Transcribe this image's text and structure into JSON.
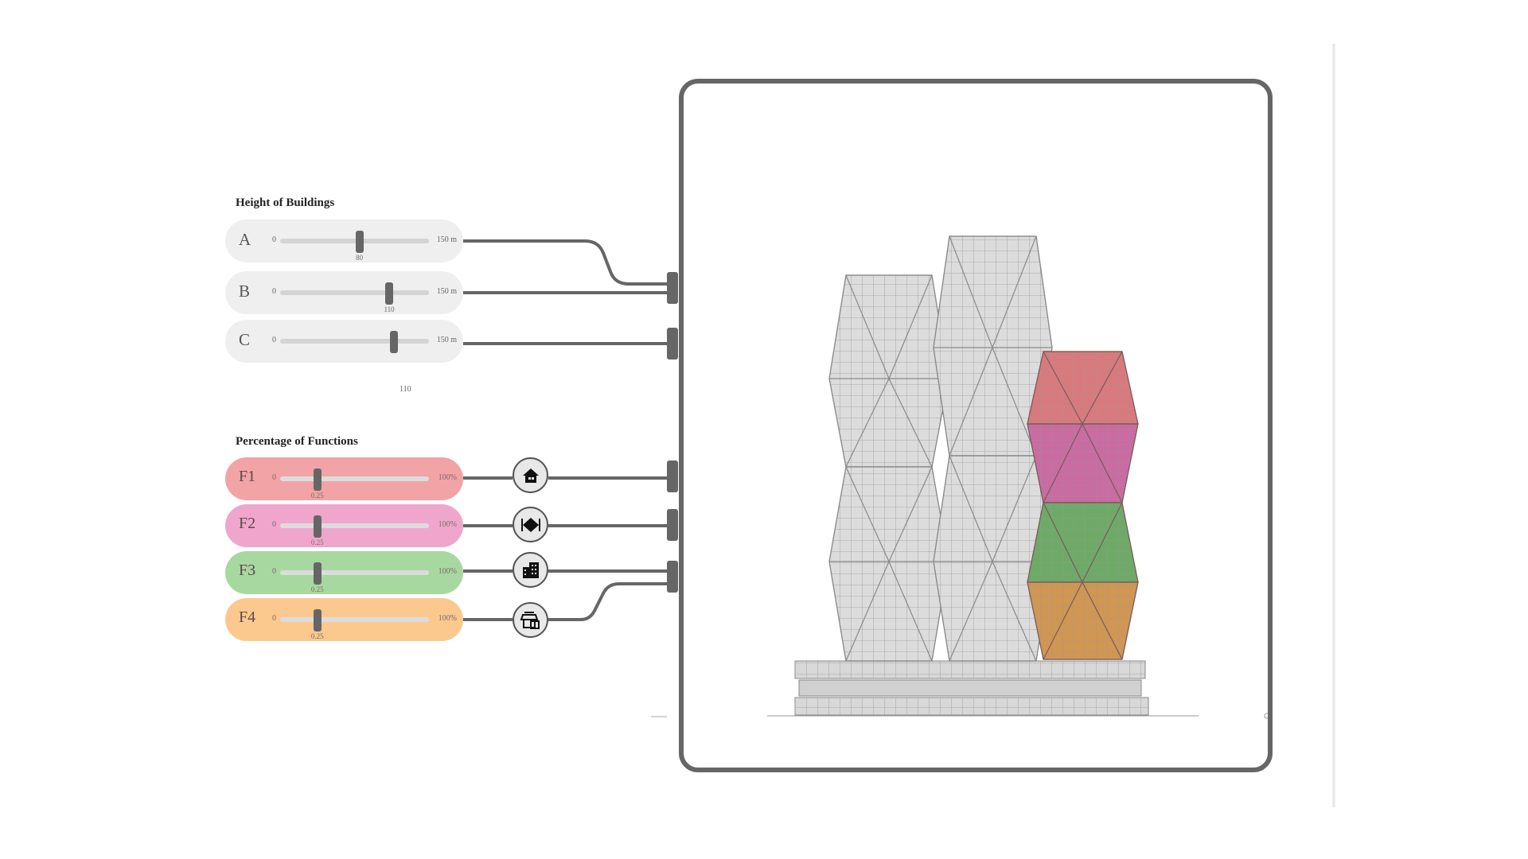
{
  "height_section": {
    "title": "Height of Buildings",
    "sliders": [
      {
        "letter": "A",
        "min": "0",
        "max": "150 m",
        "value": 80,
        "value_label": "80"
      },
      {
        "letter": "B",
        "min": "0",
        "max": "150 m",
        "value": 110,
        "value_label": "110"
      },
      {
        "letter": "C",
        "min": "0",
        "max": "150 m",
        "value": 110,
        "value_label": "110"
      }
    ]
  },
  "function_section": {
    "title": "Percentage of Functions",
    "sliders": [
      {
        "letter": "F1",
        "min": "0",
        "max": "100%",
        "value": 0.25,
        "value_label": "0.25",
        "color": "#f2a3a6",
        "icon": "house-icon"
      },
      {
        "letter": "F2",
        "min": "0",
        "max": "100%",
        "value": 0.25,
        "value_label": "0.25",
        "color": "#f0a6cc",
        "icon": "restaurant-icon"
      },
      {
        "letter": "F3",
        "min": "0",
        "max": "100%",
        "value": 0.25,
        "value_label": "0.25",
        "color": "#a7d8a0",
        "icon": "office-building-icon"
      },
      {
        "letter": "F4",
        "min": "0",
        "max": "100%",
        "value": 0.25,
        "value_label": "0.25",
        "color": "#fbc98e",
        "icon": "shop-icon"
      }
    ]
  },
  "colors": {
    "wire": "#666666",
    "building": "#d0d0d0",
    "f1": "#d77a7e",
    "f2": "#c86ca2",
    "f3": "#6fa968",
    "f4": "#cf9654"
  }
}
